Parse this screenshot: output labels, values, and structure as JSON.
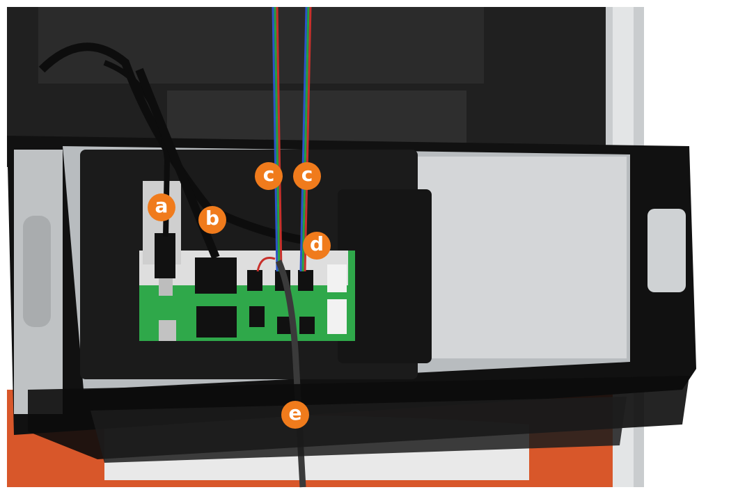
{
  "callouts": [
    {
      "id": "a",
      "label": "a"
    },
    {
      "id": "b",
      "label": "b"
    },
    {
      "id": "c1",
      "label": "c"
    },
    {
      "id": "c2",
      "label": "c"
    },
    {
      "id": "d",
      "label": "d"
    },
    {
      "id": "e",
      "label": "e"
    }
  ],
  "colors": {
    "callout": "#f07b1c",
    "board": "#2fa84a",
    "housing": "#1a1a1a",
    "panel": "#cfd2d4",
    "kiosk": "#d8572a"
  }
}
